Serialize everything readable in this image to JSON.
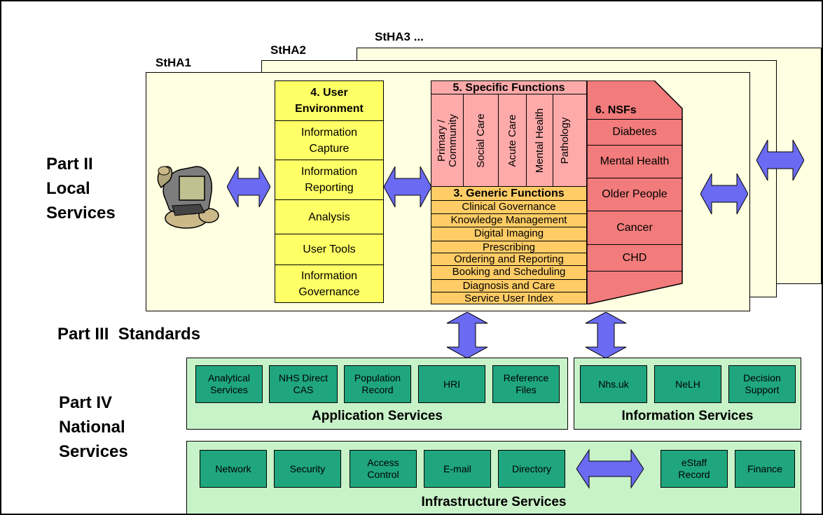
{
  "tabs": [
    "StHA1",
    "StHA2",
    "StHA3 ..."
  ],
  "parts": {
    "local": "Part II\nLocal\nServices",
    "standards": "Part III  Standards",
    "national": "Part IV\nNational\nServices"
  },
  "user_env": {
    "title": "4. User\nEnvironment",
    "items": [
      "Information\nCapture",
      "Information\nReporting",
      "Analysis",
      "User Tools",
      "Information\nGovernance"
    ]
  },
  "specific": {
    "title": "5. Specific Functions",
    "columns": [
      "Primary /\nCommunity",
      "Social Care",
      "Acute Care",
      "Mental Health",
      "Pathology"
    ]
  },
  "generic": {
    "title": "3. Generic Functions",
    "rows": [
      "Clinical Governance",
      "Knowledge Management",
      "Digital Imaging",
      "Prescribing",
      "Ordering and Reporting",
      "Booking and Scheduling",
      "Diagnosis and Care",
      "Service User Index"
    ]
  },
  "nsfs": {
    "title": "6. NSFs",
    "items": [
      "Diabetes",
      "Mental Health",
      "Older People",
      "Cancer",
      "CHD"
    ]
  },
  "application_services": {
    "title": "Application Services",
    "items": [
      "Analytical\nServices",
      "NHS Direct\nCAS",
      "Population\nRecord",
      "HRI",
      "Reference\nFiles"
    ]
  },
  "information_services": {
    "title": "Information Services",
    "items": [
      "Nhs.uk",
      "NeLH",
      "Decision\nSupport"
    ]
  },
  "infrastructure_services": {
    "title": "Infrastructure Services",
    "items": [
      "Network",
      "Security",
      "Access\nControl",
      "E-mail",
      "Directory",
      "eStaff\nRecord",
      "Finance"
    ]
  },
  "colors": {
    "panel": "#ffffe1",
    "yellow": "#ffff66",
    "pink": "#ffaaaa",
    "orange": "#ffcc66",
    "salmon": "#f27b7b",
    "green_box": "#1fa67f",
    "green_panel": "#c8f2c8",
    "arrow": "#6a6af2"
  },
  "icons": [
    "computer-user-clipart"
  ]
}
